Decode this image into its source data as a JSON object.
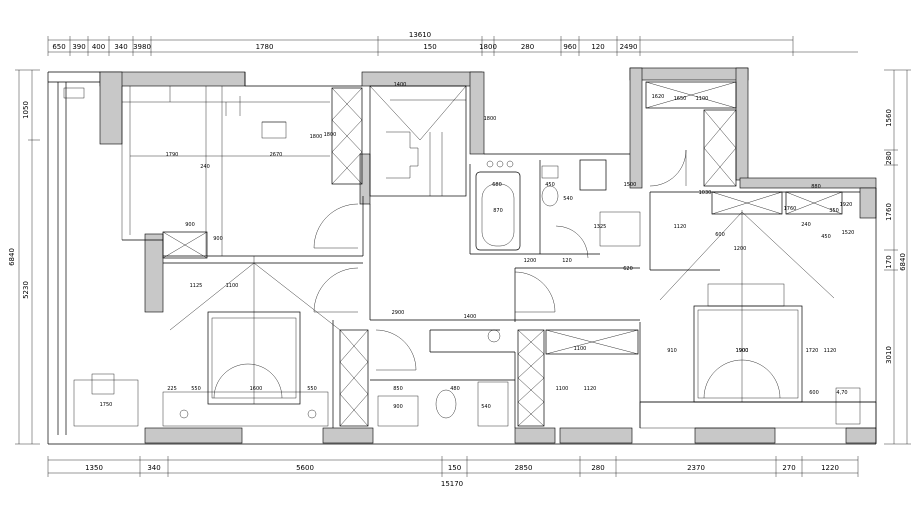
{
  "drawing": {
    "top_overall": "13610",
    "top_segments": [
      "650",
      "390",
      "400",
      "340",
      "3980",
      "1780",
      "150",
      "1800",
      "280",
      "960",
      "120",
      "2490"
    ],
    "bottom_overall": "15170",
    "bottom_segments": [
      "1350",
      "340",
      "5600",
      "150",
      "2850",
      "280",
      "2370",
      "270",
      "1220"
    ],
    "left_overall": "6840",
    "left_segments": [
      "1050",
      "5230"
    ],
    "right_overall": "6840",
    "right_segments": [
      "1560",
      "280",
      "1760",
      "170",
      "3010"
    ]
  },
  "room_labels": [
    "1790",
    "2670",
    "240",
    "1800",
    "900",
    "900",
    "1125",
    "1100",
    "2900",
    "1400",
    "1100",
    "225",
    "550",
    "1600",
    "550",
    "1750",
    "850",
    "900",
    "480",
    "540",
    "1800",
    "1200",
    "1900",
    "1120",
    "680",
    "450",
    "540",
    "1100",
    "1120",
    "1200",
    "1900",
    "910",
    "1720",
    "600",
    "4,70",
    "450",
    "1500",
    "1760",
    "1650",
    "870",
    "1120",
    "1325",
    "620",
    "120",
    "1400",
    "1800",
    "1620",
    "1100",
    "1030",
    "880",
    "350",
    "240",
    "600",
    "1920",
    "1520"
  ],
  "colors": {
    "wall_fill": "#c8c8c8",
    "line": "#000000",
    "background": "#ffffff"
  }
}
